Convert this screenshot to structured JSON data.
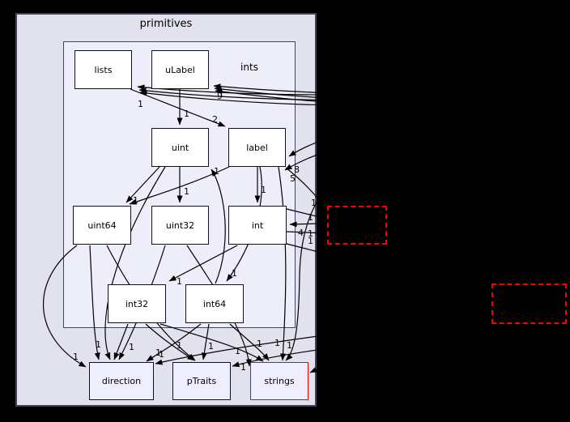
{
  "diagram": {
    "outer_cluster": {
      "label": "primitives"
    },
    "inner_cluster": {
      "label": "ints"
    },
    "nodes": [
      {
        "id": "lists",
        "label": "lists",
        "type": "inner"
      },
      {
        "id": "uLabel",
        "label": "uLabel",
        "type": "inner"
      },
      {
        "id": "uint",
        "label": "uint",
        "type": "inner"
      },
      {
        "id": "label",
        "label": "label",
        "type": "inner"
      },
      {
        "id": "uint64",
        "label": "uint64",
        "type": "inner"
      },
      {
        "id": "uint32",
        "label": "uint32",
        "type": "inner"
      },
      {
        "id": "int",
        "label": "int",
        "type": "inner"
      },
      {
        "id": "int32",
        "label": "int32",
        "type": "inner"
      },
      {
        "id": "int64",
        "label": "int64",
        "type": "inner"
      },
      {
        "id": "direction",
        "label": "direction",
        "type": "outer"
      },
      {
        "id": "pTraits",
        "label": "pTraits",
        "type": "outer"
      },
      {
        "id": "strings",
        "label": "strings",
        "type": "outer-red"
      },
      {
        "id": "external1",
        "label": "",
        "type": "external"
      },
      {
        "id": "external2",
        "label": "",
        "type": "external"
      }
    ],
    "edges": [
      {
        "from": "external-right",
        "to": "lists",
        "label": "1"
      },
      {
        "from": "external-right",
        "to": "lists",
        "label": ""
      },
      {
        "from": "external-right",
        "to": "lists",
        "label": ""
      },
      {
        "from": "external-right",
        "to": "uLabel",
        "label": "9"
      },
      {
        "from": "external-right",
        "to": "uLabel",
        "label": ""
      },
      {
        "from": "external-right",
        "to": "uLabel",
        "label": ""
      },
      {
        "from": "lists",
        "to": "label",
        "label": "2"
      },
      {
        "from": "uLabel",
        "to": "uint",
        "label": "1"
      },
      {
        "from": "uint",
        "to": "uint64",
        "label": "1"
      },
      {
        "from": "label",
        "to": "uint64",
        "label": ""
      },
      {
        "from": "uint",
        "to": "uint32",
        "label": "1"
      },
      {
        "from": "label",
        "to": "int",
        "label": "1"
      },
      {
        "from": "int64",
        "to": "uint",
        "label": "1"
      },
      {
        "from": "int",
        "to": "int32",
        "label": "1"
      },
      {
        "from": "label",
        "to": "int64",
        "label": "1"
      },
      {
        "from": "external-right",
        "to": "label",
        "label": "8"
      },
      {
        "from": "external-right",
        "to": "label",
        "label": "5"
      },
      {
        "from": "external-right",
        "to": "int",
        "label": "4"
      },
      {
        "from": "label",
        "to": "external1",
        "label": "1"
      },
      {
        "from": "int",
        "to": "external1",
        "label": "1"
      },
      {
        "from": "int",
        "to": "external1",
        "label": "1"
      },
      {
        "from": "int",
        "to": "external2",
        "label": "1"
      },
      {
        "from": "uint64",
        "to": "direction",
        "label": "1"
      },
      {
        "from": "uint64",
        "to": "direction",
        "label": "1"
      },
      {
        "from": "uint64",
        "to": "pTraits",
        "label": ""
      },
      {
        "from": "uint32",
        "to": "direction",
        "label": "1"
      },
      {
        "from": "uint32",
        "to": "strings",
        "label": "1"
      },
      {
        "from": "int32",
        "to": "direction",
        "label": ""
      },
      {
        "from": "int32",
        "to": "pTraits",
        "label": "1"
      },
      {
        "from": "int32",
        "to": "strings",
        "label": "1"
      },
      {
        "from": "int64",
        "to": "direction",
        "label": "1"
      },
      {
        "from": "int64",
        "to": "pTraits",
        "label": ""
      },
      {
        "from": "int64",
        "to": "strings",
        "label": "1"
      },
      {
        "from": "uint",
        "to": "direction",
        "label": ""
      },
      {
        "from": "label",
        "to": "strings",
        "label": "1"
      },
      {
        "from": "external-right",
        "to": "strings",
        "label": "1"
      },
      {
        "from": "external-right",
        "to": "pTraits",
        "label": ""
      },
      {
        "from": "external-right",
        "to": "direction",
        "label": "1"
      },
      {
        "from": "external-right",
        "to": "strings",
        "label": "1"
      }
    ]
  },
  "colors": {
    "outer_cluster_fill": "#e2e2ef",
    "inner_cluster_fill": "#eeeefb",
    "node_fill": "#ffffff",
    "outer_node_fill": "#eeeeff",
    "edge": "#000000",
    "red_border": "#ff0000",
    "cluster_border": "#43435a"
  }
}
